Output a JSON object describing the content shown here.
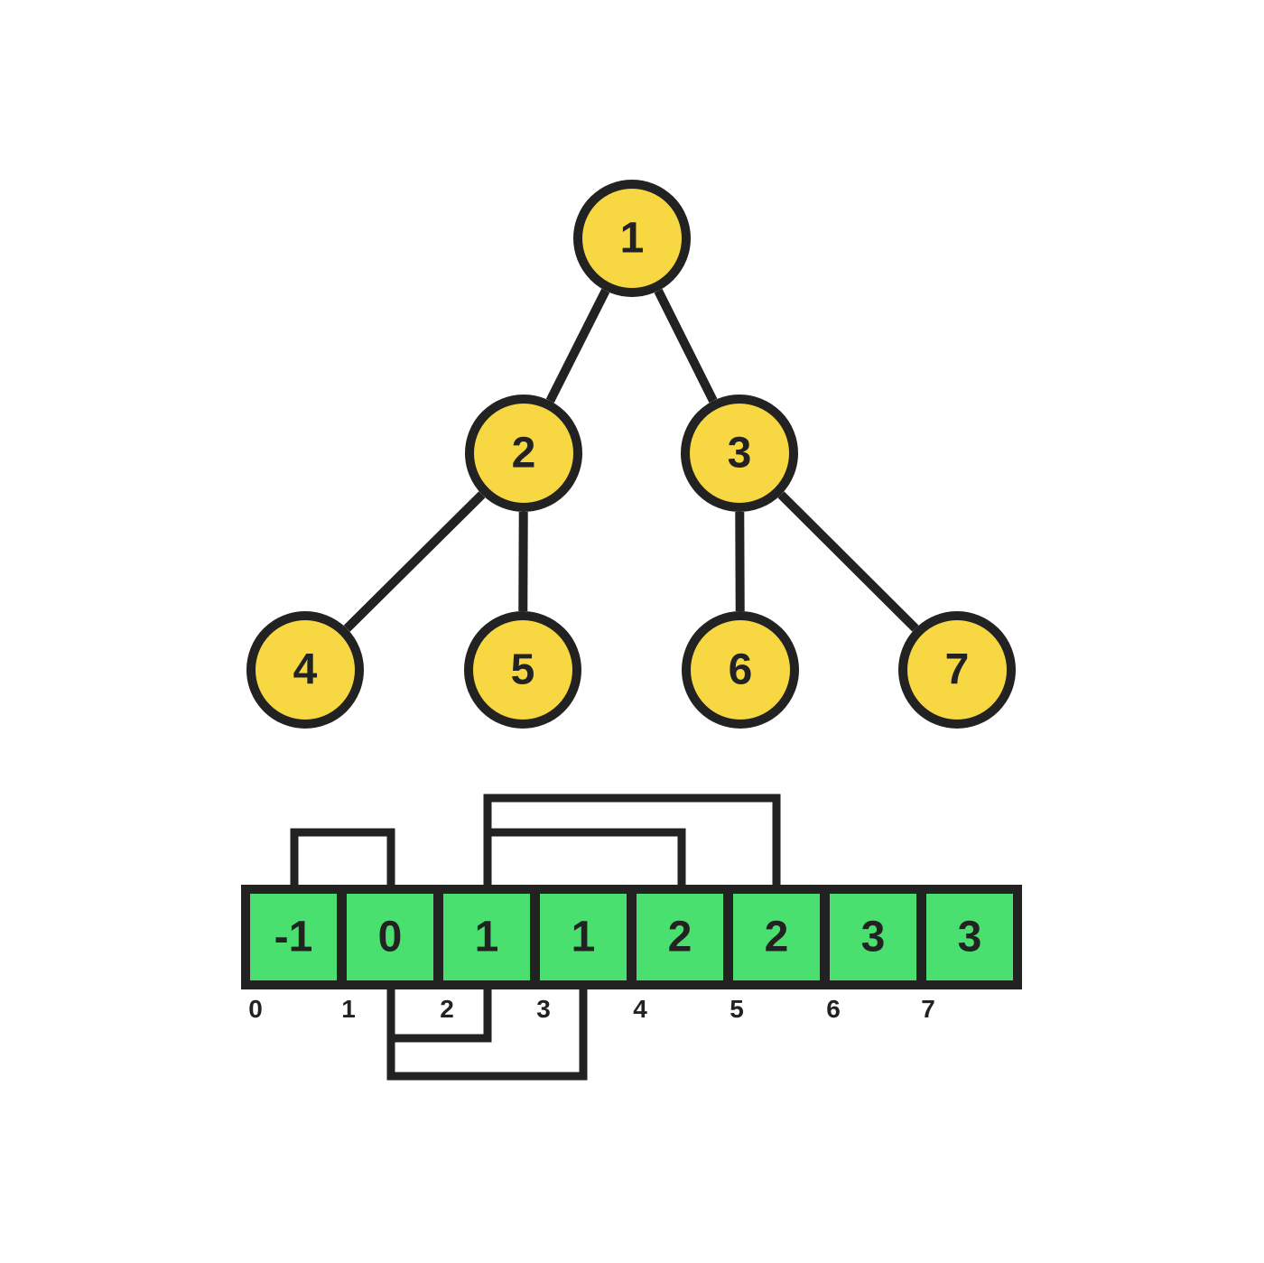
{
  "colors": {
    "node_fill": "#f7d842",
    "cell_fill": "#4ae06f",
    "stroke": "#222222",
    "background": "#ffffff"
  },
  "tree": {
    "nodes": [
      {
        "id": 1,
        "label": "1"
      },
      {
        "id": 2,
        "label": "2"
      },
      {
        "id": 3,
        "label": "3"
      },
      {
        "id": 4,
        "label": "4"
      },
      {
        "id": 5,
        "label": "5"
      },
      {
        "id": 6,
        "label": "6"
      },
      {
        "id": 7,
        "label": "7"
      }
    ],
    "edges": [
      {
        "from": 1,
        "to": 2
      },
      {
        "from": 1,
        "to": 3
      },
      {
        "from": 2,
        "to": 4
      },
      {
        "from": 2,
        "to": 5
      },
      {
        "from": 3,
        "to": 6
      },
      {
        "from": 3,
        "to": 7
      }
    ]
  },
  "array": {
    "cells": [
      "-1",
      "0",
      "1",
      "1",
      "2",
      "2",
      "3",
      "3"
    ],
    "indices": [
      "0",
      "1",
      "2",
      "3",
      "4",
      "5",
      "6",
      "7"
    ],
    "links_above": [
      {
        "from_index": 0,
        "to_index": 1
      },
      {
        "from_index": 2,
        "to_index": 4
      },
      {
        "from_index": 2,
        "to_index": 5
      }
    ],
    "links_below": [
      {
        "from_index": 1,
        "to_index": 2
      },
      {
        "from_index": 1,
        "to_index": 3
      }
    ]
  }
}
